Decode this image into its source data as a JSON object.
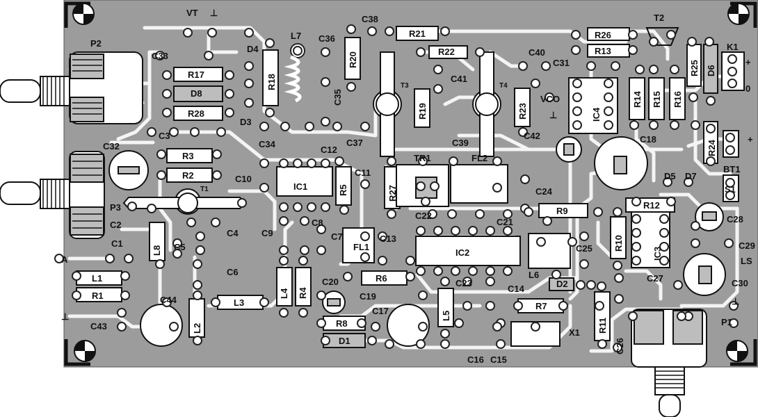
{
  "board": {
    "colors": {
      "board": "#9c9c9c",
      "trace": "#f4f4f4",
      "ink": "#111111",
      "corner_dark": "#111111",
      "corner_light": "#ffffff"
    },
    "labels": {
      "vt": "VT",
      "gnd_top": "⊥",
      "d4": "D4",
      "l7": "L7",
      "c36": "C36",
      "c38": "C38",
      "r21": "R21",
      "r26": "R26",
      "t2": "T2",
      "k1": "K1",
      "k1_plus": "+",
      "k1_zero": "0",
      "c33": "C33",
      "r17": "R17",
      "d8": "D8",
      "r18": "R18",
      "r20": "R20",
      "r22": "R22",
      "c40": "C40",
      "c31": "C31",
      "r13": "R13",
      "r25": "R25",
      "d6": "D6",
      "p2": "P2",
      "c41": "C41",
      "t3": "T3",
      "t4": "T4",
      "vco": "VCO",
      "gnd_vco": "⊥",
      "c35": "C35",
      "r19": "R19",
      "r23": "R23",
      "ic4": "IC4",
      "r14": "R14",
      "r15": "R15",
      "r16": "R16",
      "r28": "R28",
      "d3": "D3",
      "c3": "C3",
      "c34": "C34",
      "c37": "C37",
      "c39": "C39",
      "c42": "C42",
      "c18": "C18",
      "bt1_plus": "+",
      "bt1": "BT1",
      "r24": "R24",
      "c32": "C32",
      "r3": "R3",
      "c12": "C12",
      "r2": "R2",
      "tr1": "TR1",
      "fl2": "FL2",
      "d5": "D5",
      "d7": "D7",
      "c10": "C10",
      "ic1": "IC1",
      "c11": "C11",
      "r5": "R5",
      "r27": "R27",
      "t1": "T1",
      "s1": "S1",
      "p3": "P3",
      "c24": "C24",
      "r12": "R12",
      "c22": "C22",
      "r9": "R9",
      "c2": "C2",
      "c21": "C21",
      "c28": "C28",
      "c4": "C4",
      "c8": "C8",
      "c9": "C9",
      "c13": "C13",
      "c7": "C7",
      "c5": "C5",
      "ic2": "IC2",
      "r10": "R10",
      "ic3": "IC3",
      "c25": "C25",
      "c29": "C29",
      "c1": "C1",
      "fl1": "FL1",
      "l8": "L8",
      "ls": "LS",
      "a": "A",
      "c6": "C6",
      "l6": "L6",
      "c27": "C27",
      "d2": "D2",
      "c30": "C30",
      "r6": "R6",
      "l4": "L4",
      "r4": "R4",
      "c20": "C20",
      "c23": "C23",
      "c14": "C14",
      "l1": "L1",
      "r1": "R1",
      "c19": "C19",
      "c17": "C17",
      "r7": "R7",
      "c44": "C44",
      "l2": "L2",
      "l3": "L3",
      "l5": "L5",
      "r11": "R11",
      "gnd_right": "⊥",
      "r8": "R8",
      "x1": "X1",
      "p1": "P1",
      "gnd_left": "⊥",
      "c43": "C43",
      "d1": "D1",
      "c16": "C16",
      "c15": "C15",
      "c26": "C26"
    }
  }
}
